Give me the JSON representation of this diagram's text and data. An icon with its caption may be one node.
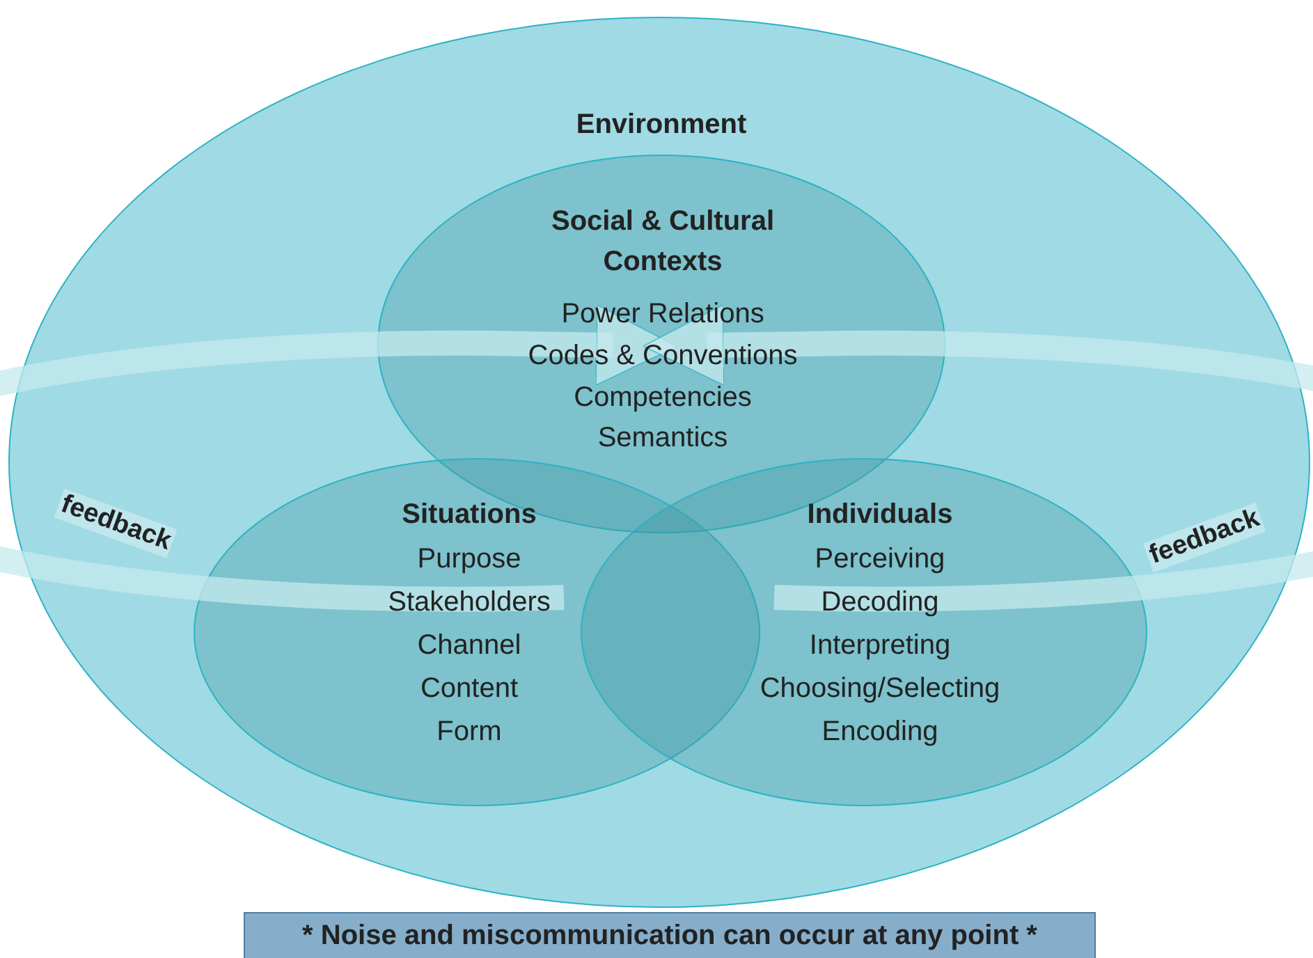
{
  "diagram": {
    "nodes": [
      {
        "text": [
          "Environment"
        ]
      },
      {
        "text": [
          "Social & Cultural Contexts",
          "Power Relations",
          "Codes & Conventions",
          "Competencies",
          "Semantics"
        ],
        "in": 0
      },
      {
        "text": [
          "Situations",
          "Purpose",
          "Stakeholders",
          "Channel",
          "Content",
          "Form"
        ],
        "in": 0
      },
      {
        "text": [
          "Individuals",
          "Perceiving",
          "Decoding",
          "Interpreting",
          "Choosing/Selecting",
          "Encoding"
        ],
        "in": 0
      }
    ],
    "edges": [
      {
        "from": 2,
        "to": 1,
        "arrow": "to",
        "label": "feedback"
      },
      {
        "from": 3,
        "to": 1,
        "arrow": "to",
        "label": "feedback"
      }
    ],
    "caption": "* Noise and miscommunication can occur at any point *"
  }
}
